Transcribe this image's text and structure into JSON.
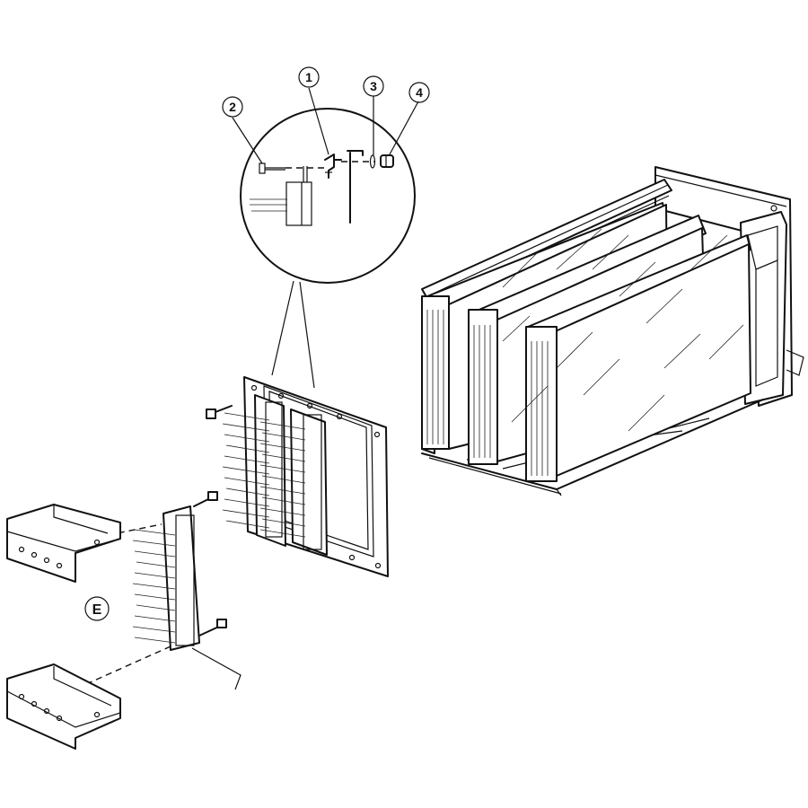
{
  "callouts": {
    "c1": "1",
    "c2": "2",
    "c3": "3",
    "c4": "4",
    "e": "E"
  }
}
